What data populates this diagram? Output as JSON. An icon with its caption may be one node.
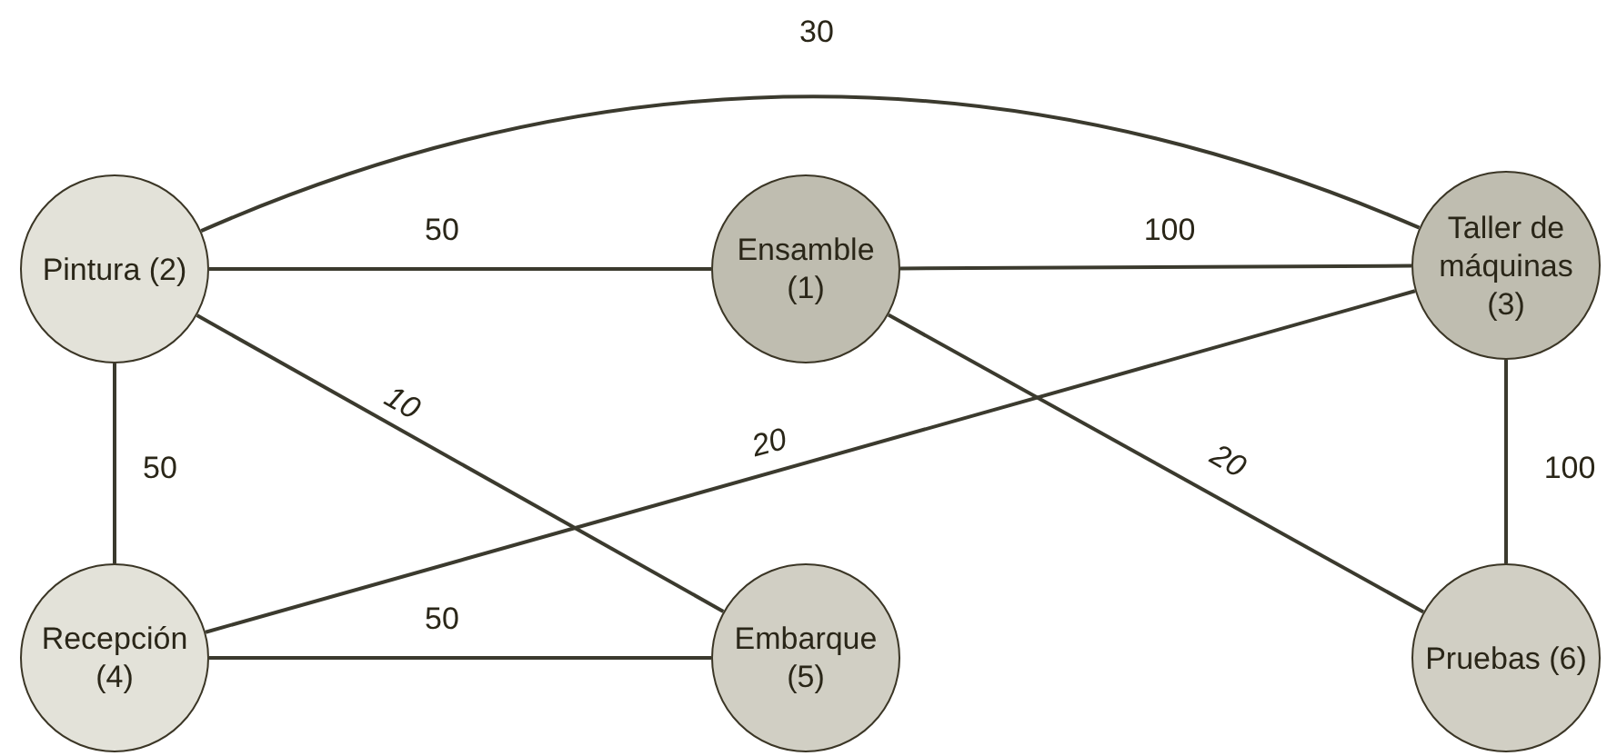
{
  "diagram": {
    "nodes": [
      {
        "text": [
          "Pintura (2)"
        ]
      },
      {
        "text": [
          "Ensamble (1)"
        ]
      },
      {
        "text": [
          "Taller de máquinas (3)"
        ]
      },
      {
        "text": [
          "Recepción (4)"
        ]
      },
      {
        "text": [
          "Embarque (5)"
        ]
      },
      {
        "text": [
          "Pruebas (6)"
        ]
      }
    ],
    "edges": [
      {
        "from": 0,
        "to": 2,
        "arrow": "none",
        "label": "30"
      },
      {
        "from": 0,
        "to": 1,
        "arrow": "none",
        "label": "50"
      },
      {
        "from": 1,
        "to": 2,
        "arrow": "none",
        "label": "100"
      },
      {
        "from": 0,
        "to": 3,
        "arrow": "none",
        "label": "50"
      },
      {
        "from": 0,
        "to": 4,
        "arrow": "none",
        "label": "10"
      },
      {
        "from": 2,
        "to": 3,
        "arrow": "none",
        "label": "20"
      },
      {
        "from": 1,
        "to": 5,
        "arrow": "none",
        "label": "20"
      },
      {
        "from": 2,
        "to": 5,
        "arrow": "none",
        "label": "100"
      },
      {
        "from": 3,
        "to": 4,
        "arrow": "none",
        "label": "50"
      }
    ]
  }
}
